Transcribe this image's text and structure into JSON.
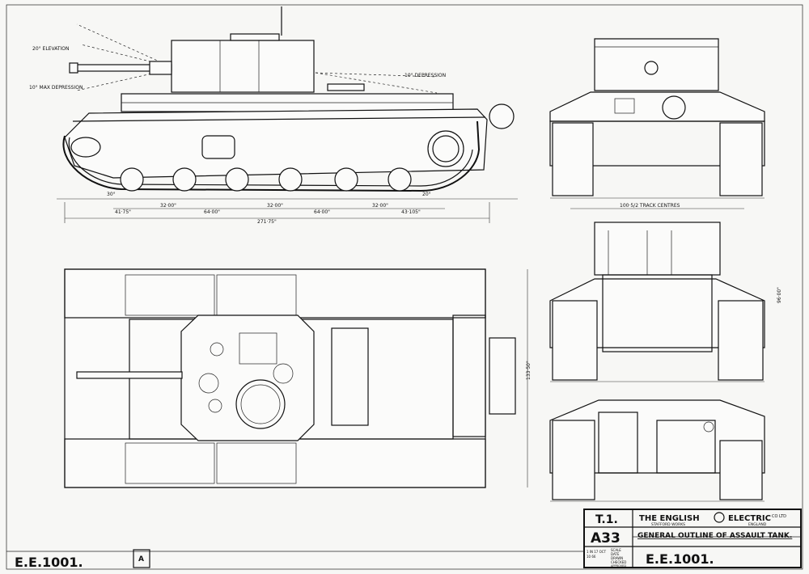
{
  "drawing": {
    "side_view": {
      "annotations": {
        "elevation": "20° ELEVATION",
        "depression": "10° MAX DEPRESSION",
        "rear_depression": "10° DEPRESSION",
        "angle_front": "30°",
        "angle_rear": "20°"
      },
      "dimensions": {
        "d1": "41·75\"",
        "d2": "32·00\"",
        "d3": "64·00\"",
        "d4": "32·00\"",
        "d5": "64·00\"",
        "d6": "32·00\"",
        "d7": "43·105\"",
        "overall": "271·75\""
      }
    },
    "plan_view": {
      "width_dim": "133·50\""
    },
    "end_view": {
      "track_centres": "100·5/2 TRACK CENTRES",
      "height_dim": "96·00\""
    },
    "title_block": {
      "sheet": "T.1.",
      "model": "A33",
      "company": "THE ENGLISH",
      "company_b": "ELECTRIC",
      "company_suffix": "CO LTD",
      "works": "STAFFORD WORKS",
      "country": "ENGLAND",
      "title": "GENERAL OUTLINE OF ASSAULT TANK.",
      "drawing_no": "E.E.1001.",
      "notes": [
        "1 IN 17 OCT",
        "10 66",
        "SCALE",
        "DATE",
        "DRAWN",
        "CHECKED",
        "APPROVED"
      ],
      "revision": "A"
    },
    "corner_number": "E.E.1001."
  }
}
